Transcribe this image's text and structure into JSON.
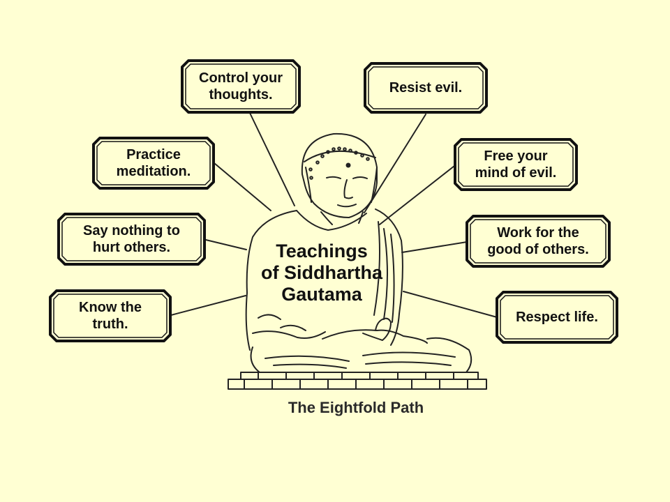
{
  "diagram": {
    "center_title": "Teachings\nof Siddhartha\nGautama",
    "caption": "The Eightfold Path",
    "teachings": [
      {
        "id": "control-thoughts",
        "text": "Control your\nthoughts."
      },
      {
        "id": "resist-evil",
        "text": "Resist evil."
      },
      {
        "id": "practice-meditation",
        "text": "Practice\nmeditation."
      },
      {
        "id": "free-mind",
        "text": "Free your\nmind of evil."
      },
      {
        "id": "say-nothing",
        "text": "Say nothing to\nhurt others."
      },
      {
        "id": "work-for-good",
        "text": "Work for the\ngood of others."
      },
      {
        "id": "know-truth",
        "text": "Know the\ntruth."
      },
      {
        "id": "respect-life",
        "text": "Respect life."
      }
    ]
  }
}
